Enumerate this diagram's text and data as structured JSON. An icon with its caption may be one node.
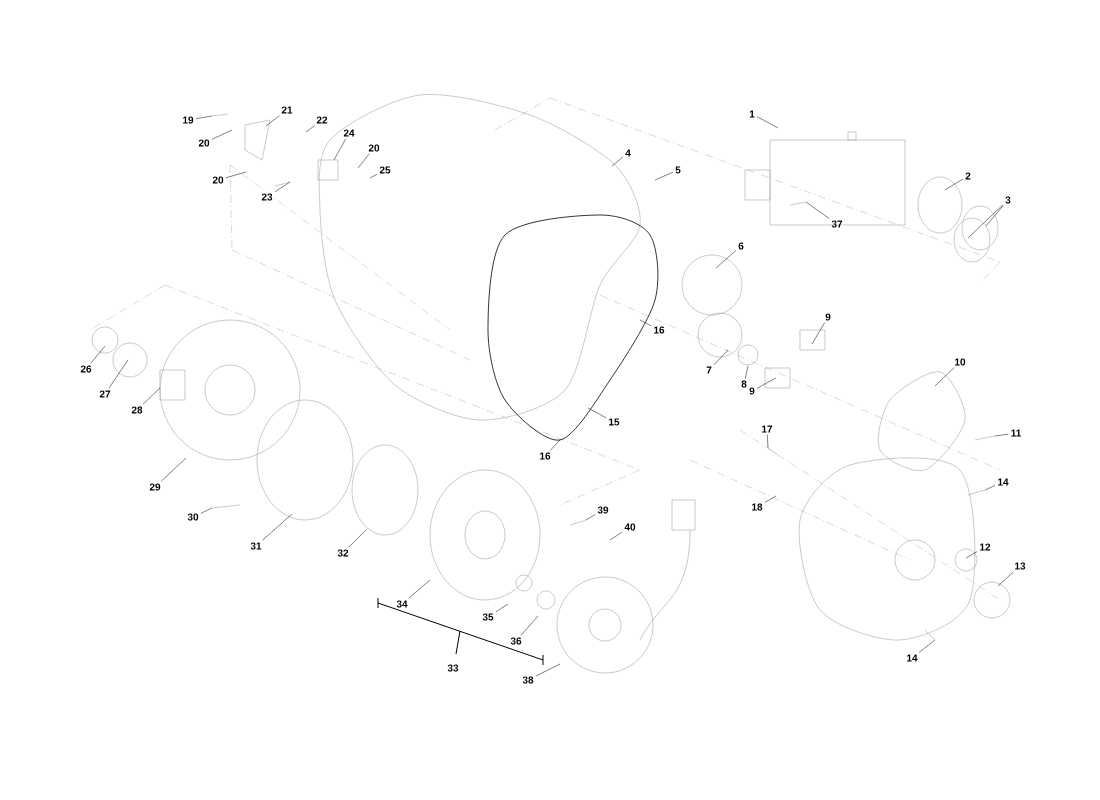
{
  "diagram": {
    "nodes": [
      {
        "text": [
          "1"
        ]
      },
      {
        "text": [
          "2"
        ]
      },
      {
        "text": [
          "3"
        ]
      },
      {
        "text": [
          "4"
        ]
      },
      {
        "text": [
          "5"
        ]
      },
      {
        "text": [
          "6"
        ]
      },
      {
        "text": [
          "7"
        ]
      },
      {
        "text": [
          "8"
        ]
      },
      {
        "text": [
          "9"
        ]
      },
      {
        "text": [
          "9"
        ]
      },
      {
        "text": [
          "10"
        ]
      },
      {
        "text": [
          "11"
        ]
      },
      {
        "text": [
          "12"
        ]
      },
      {
        "text": [
          "13"
        ]
      },
      {
        "text": [
          "14"
        ]
      },
      {
        "text": [
          "14"
        ]
      },
      {
        "text": [
          "15"
        ]
      },
      {
        "text": [
          "16"
        ]
      },
      {
        "text": [
          "16"
        ]
      },
      {
        "text": [
          "17"
        ]
      },
      {
        "text": [
          "18"
        ]
      },
      {
        "text": [
          "19"
        ]
      },
      {
        "text": [
          "20"
        ]
      },
      {
        "text": [
          "20"
        ]
      },
      {
        "text": [
          "20"
        ]
      },
      {
        "text": [
          "21"
        ]
      },
      {
        "text": [
          "22"
        ]
      },
      {
        "text": [
          "23"
        ]
      },
      {
        "text": [
          "24"
        ]
      },
      {
        "text": [
          "25"
        ]
      },
      {
        "text": [
          "26"
        ]
      },
      {
        "text": [
          "27"
        ]
      },
      {
        "text": [
          "28"
        ]
      },
      {
        "text": [
          "29"
        ]
      },
      {
        "text": [
          "30"
        ]
      },
      {
        "text": [
          "31"
        ]
      },
      {
        "text": [
          "32"
        ]
      },
      {
        "text": [
          "34"
        ]
      },
      {
        "text": [
          "35"
        ]
      },
      {
        "text": [
          "36"
        ]
      },
      {
        "text": [
          "37"
        ]
      },
      {
        "text": [
          "38"
        ]
      },
      {
        "text": [
          "39"
        ]
      },
      {
        "text": [
          "40"
        ]
      }
    ],
    "edges": [
      {
        "from": 0,
        "to": null,
        "arrow": "none"
      },
      {
        "from": 1,
        "to": null,
        "arrow": "none"
      },
      {
        "from": 2,
        "to": null,
        "arrow": "none"
      },
      {
        "from": 2,
        "to": null,
        "arrow": "none"
      },
      {
        "from": 3,
        "to": null,
        "arrow": "none"
      },
      {
        "from": 4,
        "to": null,
        "arrow": "none"
      },
      {
        "from": 5,
        "to": null,
        "arrow": "none"
      },
      {
        "from": 6,
        "to": null,
        "arrow": "none"
      },
      {
        "from": 7,
        "to": null,
        "arrow": "none"
      },
      {
        "from": 8,
        "to": null,
        "arrow": "none"
      },
      {
        "from": 9,
        "to": null,
        "arrow": "none"
      },
      {
        "from": 10,
        "to": null,
        "arrow": "none"
      },
      {
        "from": 11,
        "to": null,
        "arrow": "none"
      },
      {
        "from": 12,
        "to": null,
        "arrow": "none"
      },
      {
        "from": 13,
        "to": null,
        "arrow": "none"
      },
      {
        "from": 14,
        "to": null,
        "arrow": "none"
      },
      {
        "from": 15,
        "to": null,
        "arrow": "none"
      },
      {
        "from": 16,
        "to": null,
        "arrow": "none"
      },
      {
        "from": 17,
        "to": null,
        "arrow": "none"
      },
      {
        "from": 18,
        "to": null,
        "arrow": "none"
      },
      {
        "from": 19,
        "to": null,
        "arrow": "none"
      },
      {
        "from": 20,
        "to": null,
        "arrow": "none"
      },
      {
        "from": 21,
        "to": null,
        "arrow": "none"
      },
      {
        "from": 22,
        "to": null,
        "arrow": "none"
      },
      {
        "from": 23,
        "to": null,
        "arrow": "none"
      },
      {
        "from": 24,
        "to": null,
        "arrow": "none"
      },
      {
        "from": 25,
        "to": null,
        "arrow": "none"
      },
      {
        "from": 26,
        "to": null,
        "arrow": "none"
      },
      {
        "from": 27,
        "to": null,
        "arrow": "none"
      },
      {
        "from": 28,
        "to": null,
        "arrow": "none"
      },
      {
        "from": 29,
        "to": null,
        "arrow": "none"
      },
      {
        "from": 30,
        "to": null,
        "arrow": "none"
      },
      {
        "from": 31,
        "to": null,
        "arrow": "none"
      },
      {
        "from": 32,
        "to": null,
        "arrow": "none"
      },
      {
        "from": 33,
        "to": null,
        "arrow": "none"
      },
      {
        "from": 34,
        "to": null,
        "arrow": "none"
      },
      {
        "from": 35,
        "to": null,
        "arrow": "none"
      },
      {
        "from": 36,
        "to": null,
        "arrow": "none"
      },
      {
        "from": 37,
        "to": null,
        "arrow": "none"
      },
      {
        "from": 38,
        "to": null,
        "arrow": "none"
      },
      {
        "from": 39,
        "to": null,
        "arrow": "none"
      },
      {
        "from": 40,
        "to": null,
        "arrow": "none"
      },
      {
        "from": 41,
        "to": null,
        "arrow": "none"
      },
      {
        "from": 42,
        "to": null,
        "arrow": "none"
      },
      {
        "from": 43,
        "to": null,
        "arrow": "none"
      }
    ],
    "labels": [
      "33"
    ]
  }
}
